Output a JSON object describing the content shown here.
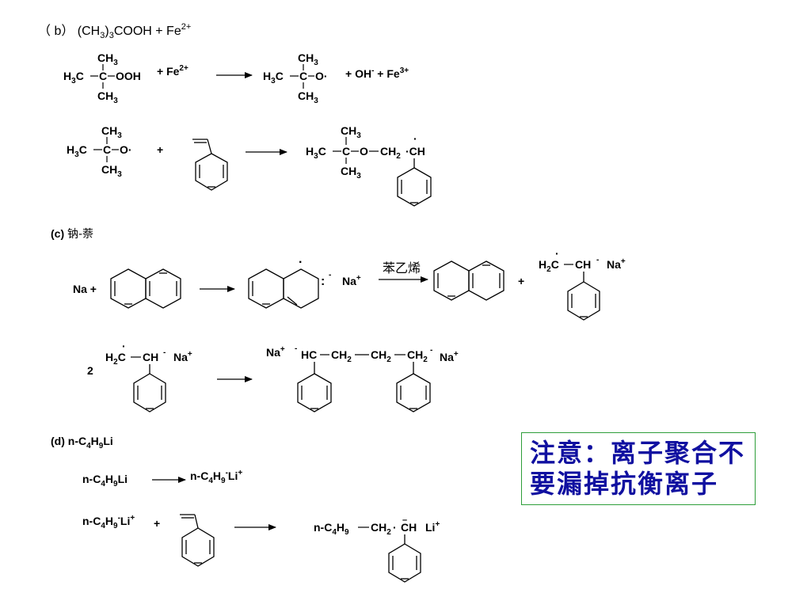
{
  "sections": {
    "b": {
      "label": "（ b） (CH3)3COOH + Fe2+"
    },
    "c": {
      "label": "(c) 钠-萘",
      "arrow_label": "苯乙烯"
    },
    "d": {
      "label": "(d) n-C4H9Li"
    }
  },
  "fragments": {
    "ch3": "CH3",
    "h3c": "H3C",
    "c": "C",
    "ooh": "OOH",
    "o_radical": "O·",
    "plus": "+",
    "fe2": "Fe2+",
    "oh_fe3": "+ OH- + Fe3+",
    "o_ch2_ch": "O–CH2·CH",
    "na_plus_label": "Na +",
    "na_ion": "Na+",
    "radical_anion_h2c_ch": "H2C–CH -",
    "coefficient_2": "2",
    "dianion": "Na+ -HC–CH2–CH2–CH2- Na+",
    "nbuli": "n-C4H9Li",
    "nbuli_ionic": "n-C4H9-Li+",
    "product_d": "n-C4H9–CH2·CH Li+"
  },
  "note": {
    "line1": "注意：离子聚合不",
    "line2": "要漏掉抗衡离子"
  },
  "colors": {
    "note_text": "#1010a0",
    "note_border": "#2e9e3a"
  }
}
